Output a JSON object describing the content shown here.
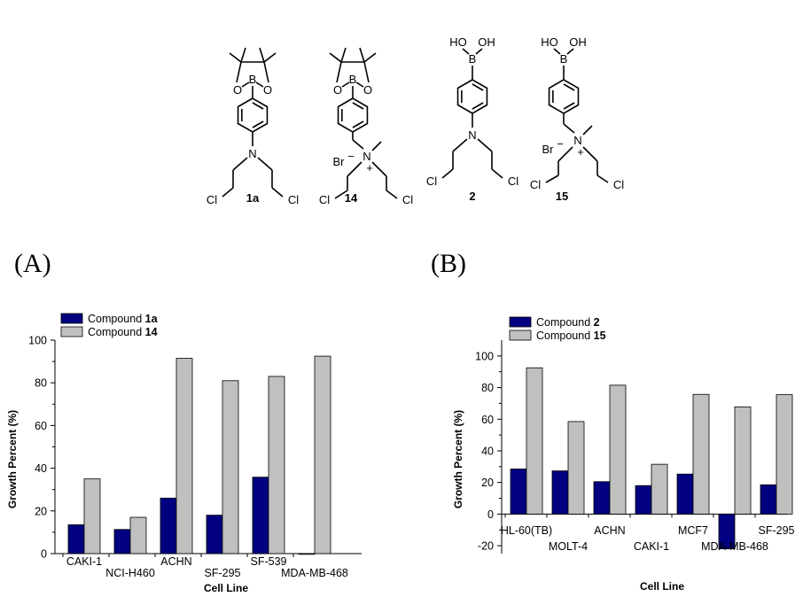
{
  "structures": [
    {
      "label": "1a"
    },
    {
      "label": "14"
    },
    {
      "label": "2"
    },
    {
      "label": "15"
    }
  ],
  "atoms": {
    "boron": "B",
    "oxygen": "O",
    "nitrogen": "N",
    "chlorine": "Cl",
    "hydroxyl": "HO",
    "hydroxyl_right": "OH",
    "bromide": "Br",
    "minus": "−",
    "plus": "+"
  },
  "panels": {
    "a": "(A)",
    "b": "(B)"
  },
  "chart_data": [
    {
      "id": "A",
      "type": "bar",
      "categories": [
        "CAKI-1",
        "NCI-H460",
        "ACHN",
        "SF-295",
        "SF-539",
        "MDA-MB-468"
      ],
      "series": [
        {
          "name": "Compound 1a",
          "legend_prefix": "Compound ",
          "legend_bold": "1a",
          "color": "#000080",
          "values": [
            13.5,
            11.3,
            26,
            18,
            35.8,
            -0.3
          ]
        },
        {
          "name": "Compound 14",
          "legend_prefix": "Compound ",
          "legend_bold": "14",
          "color": "#c0c0c0",
          "values": [
            35,
            17,
            91.5,
            81,
            83,
            92.5
          ]
        }
      ],
      "xlabel": "Cell Line",
      "ylabel": "Growth Percent (%)",
      "ylim": [
        0,
        100
      ],
      "yticks": [
        0,
        20,
        40,
        60,
        80,
        100
      ],
      "grid": false,
      "legend": "top-left"
    },
    {
      "id": "B",
      "type": "bar",
      "categories": [
        "HL-60(TB)",
        "MOLT-4",
        "ACHN",
        "CAKI-1",
        "MCF7",
        "MDA-MB-468",
        "SF-295"
      ],
      "series": [
        {
          "name": "Compound 2",
          "legend_prefix": "Compound ",
          "legend_bold": "2",
          "color": "#000080",
          "values": [
            28.5,
            27.3,
            20.5,
            18,
            25.3,
            -22,
            18.5
          ]
        },
        {
          "name": "Compound 15",
          "legend_prefix": "Compound ",
          "legend_bold": "15",
          "color": "#c0c0c0",
          "values": [
            92.5,
            58.5,
            81.5,
            31.5,
            75.7,
            67.8,
            75.5
          ]
        }
      ],
      "xlabel": "Cell Line",
      "ylabel": "Growth Percent (%)",
      "ylim": [
        -25,
        110
      ],
      "yticks": [
        -20,
        0,
        20,
        40,
        60,
        80,
        100
      ],
      "grid": false,
      "legend": "top-left"
    }
  ]
}
